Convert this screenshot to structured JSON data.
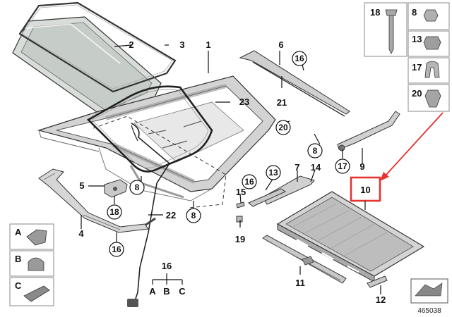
{
  "diagram_id": "465038",
  "highlight": {
    "label": "10",
    "color": "#e3342f"
  },
  "callouts": {
    "c1": "1",
    "c2": "2",
    "c3": "3",
    "c4": "4",
    "c5": "5",
    "c6": "6",
    "c7": "7",
    "c8a": "8",
    "c8b": "8",
    "c8c": "8",
    "c9": "9",
    "c10": "10",
    "c11": "11",
    "c12": "12",
    "c13": "13",
    "c14": "14",
    "c15": "15",
    "c16a": "16",
    "c16b": "16",
    "c16c": "16",
    "c16d": "16",
    "c17": "17",
    "c18": "18",
    "c19": "19",
    "c20": "20",
    "c21": "21",
    "c22": "22",
    "c23": "23"
  },
  "variants": {
    "parent": "16",
    "a": "A",
    "b": "B",
    "c": "C"
  },
  "side_panel": {
    "s18": "18",
    "s8": "8",
    "s13": "13",
    "s17": "17",
    "s20": "20"
  },
  "legend": {
    "a": "A",
    "b": "B",
    "c": "C"
  }
}
